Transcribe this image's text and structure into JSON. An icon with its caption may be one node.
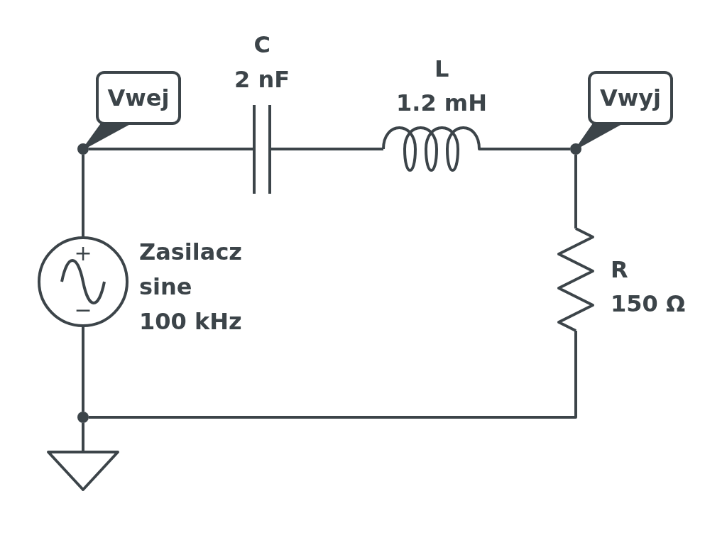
{
  "diagram": {
    "nodes": [
      {
        "text": [
          "Vwej"
        ]
      },
      {
        "text": [],
        "shape": "circle"
      },
      {
        "text": [
          "Vwyj"
        ]
      },
      {
        "text": [],
        "shape": "circle"
      },
      {
        "text": [],
        "shape": "capacitor",
        "beside": [
          "C",
          "2 nF"
        ]
      },
      {
        "text": [],
        "shape": "inductor",
        "beside": [
          "L",
          "1.2 mH"
        ]
      },
      {
        "text": [],
        "shape": "resistor",
        "beside": [
          "R",
          "150 Ω"
        ]
      },
      {
        "text": [],
        "shape": "circle",
        "beside": [
          "Zasilacz",
          "sine",
          "100 kHz"
        ]
      },
      {
        "text": [],
        "shape": "circle"
      },
      {
        "text": [],
        "shape": "triangle"
      }
    ],
    "edges": [
      {
        "from": 0,
        "to": 1,
        "arrow": "none"
      },
      {
        "from": 2,
        "to": 3,
        "arrow": "none"
      },
      {
        "from": 1,
        "to": 4,
        "arrow": "none"
      },
      {
        "from": 4,
        "to": 5,
        "arrow": "none"
      },
      {
        "from": 5,
        "to": 3,
        "arrow": "none"
      },
      {
        "from": 3,
        "to": 6,
        "arrow": "none"
      },
      {
        "from": 6,
        "to": 8,
        "arrow": "none"
      },
      {
        "from": 1,
        "to": 7,
        "arrow": "none"
      },
      {
        "from": 7,
        "to": 8,
        "arrow": "none"
      },
      {
        "from": 8,
        "to": 9,
        "arrow": "none"
      }
    ],
    "labels": [
      "+",
      "−"
    ]
  }
}
